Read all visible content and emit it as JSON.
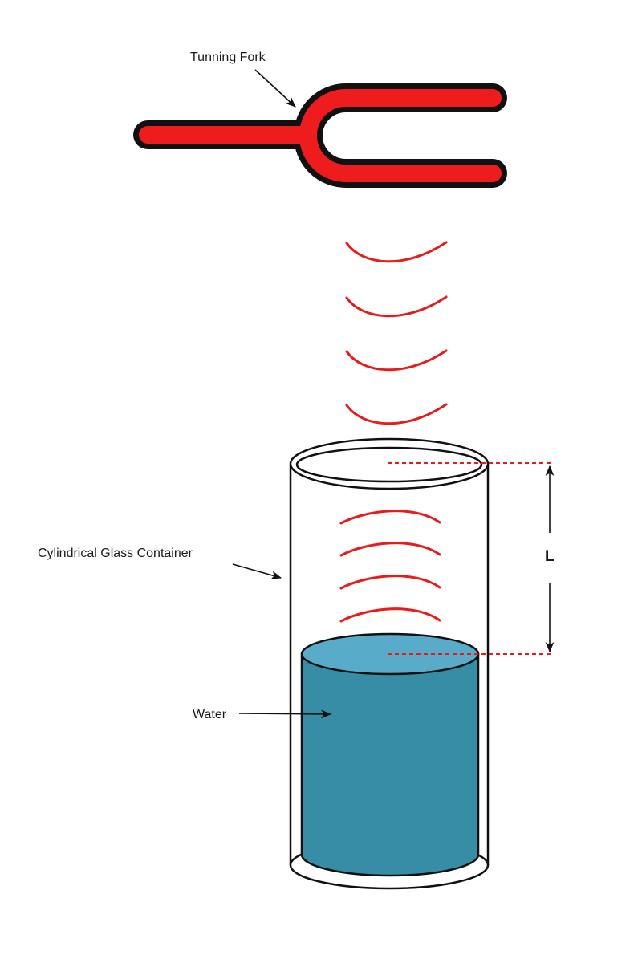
{
  "labels": {
    "tuning_fork": "Tunning Fork",
    "container": "Cylindrical Glass Container",
    "water": "Water",
    "length": "L"
  },
  "colors": {
    "fork_fill": "#ee1c1c",
    "fork_outline": "#111111",
    "wave": "#e81a1a",
    "dashed_line": "#e81a1a",
    "water_body": "#388da6",
    "water_surface": "#58acc9",
    "outline": "#111111"
  }
}
